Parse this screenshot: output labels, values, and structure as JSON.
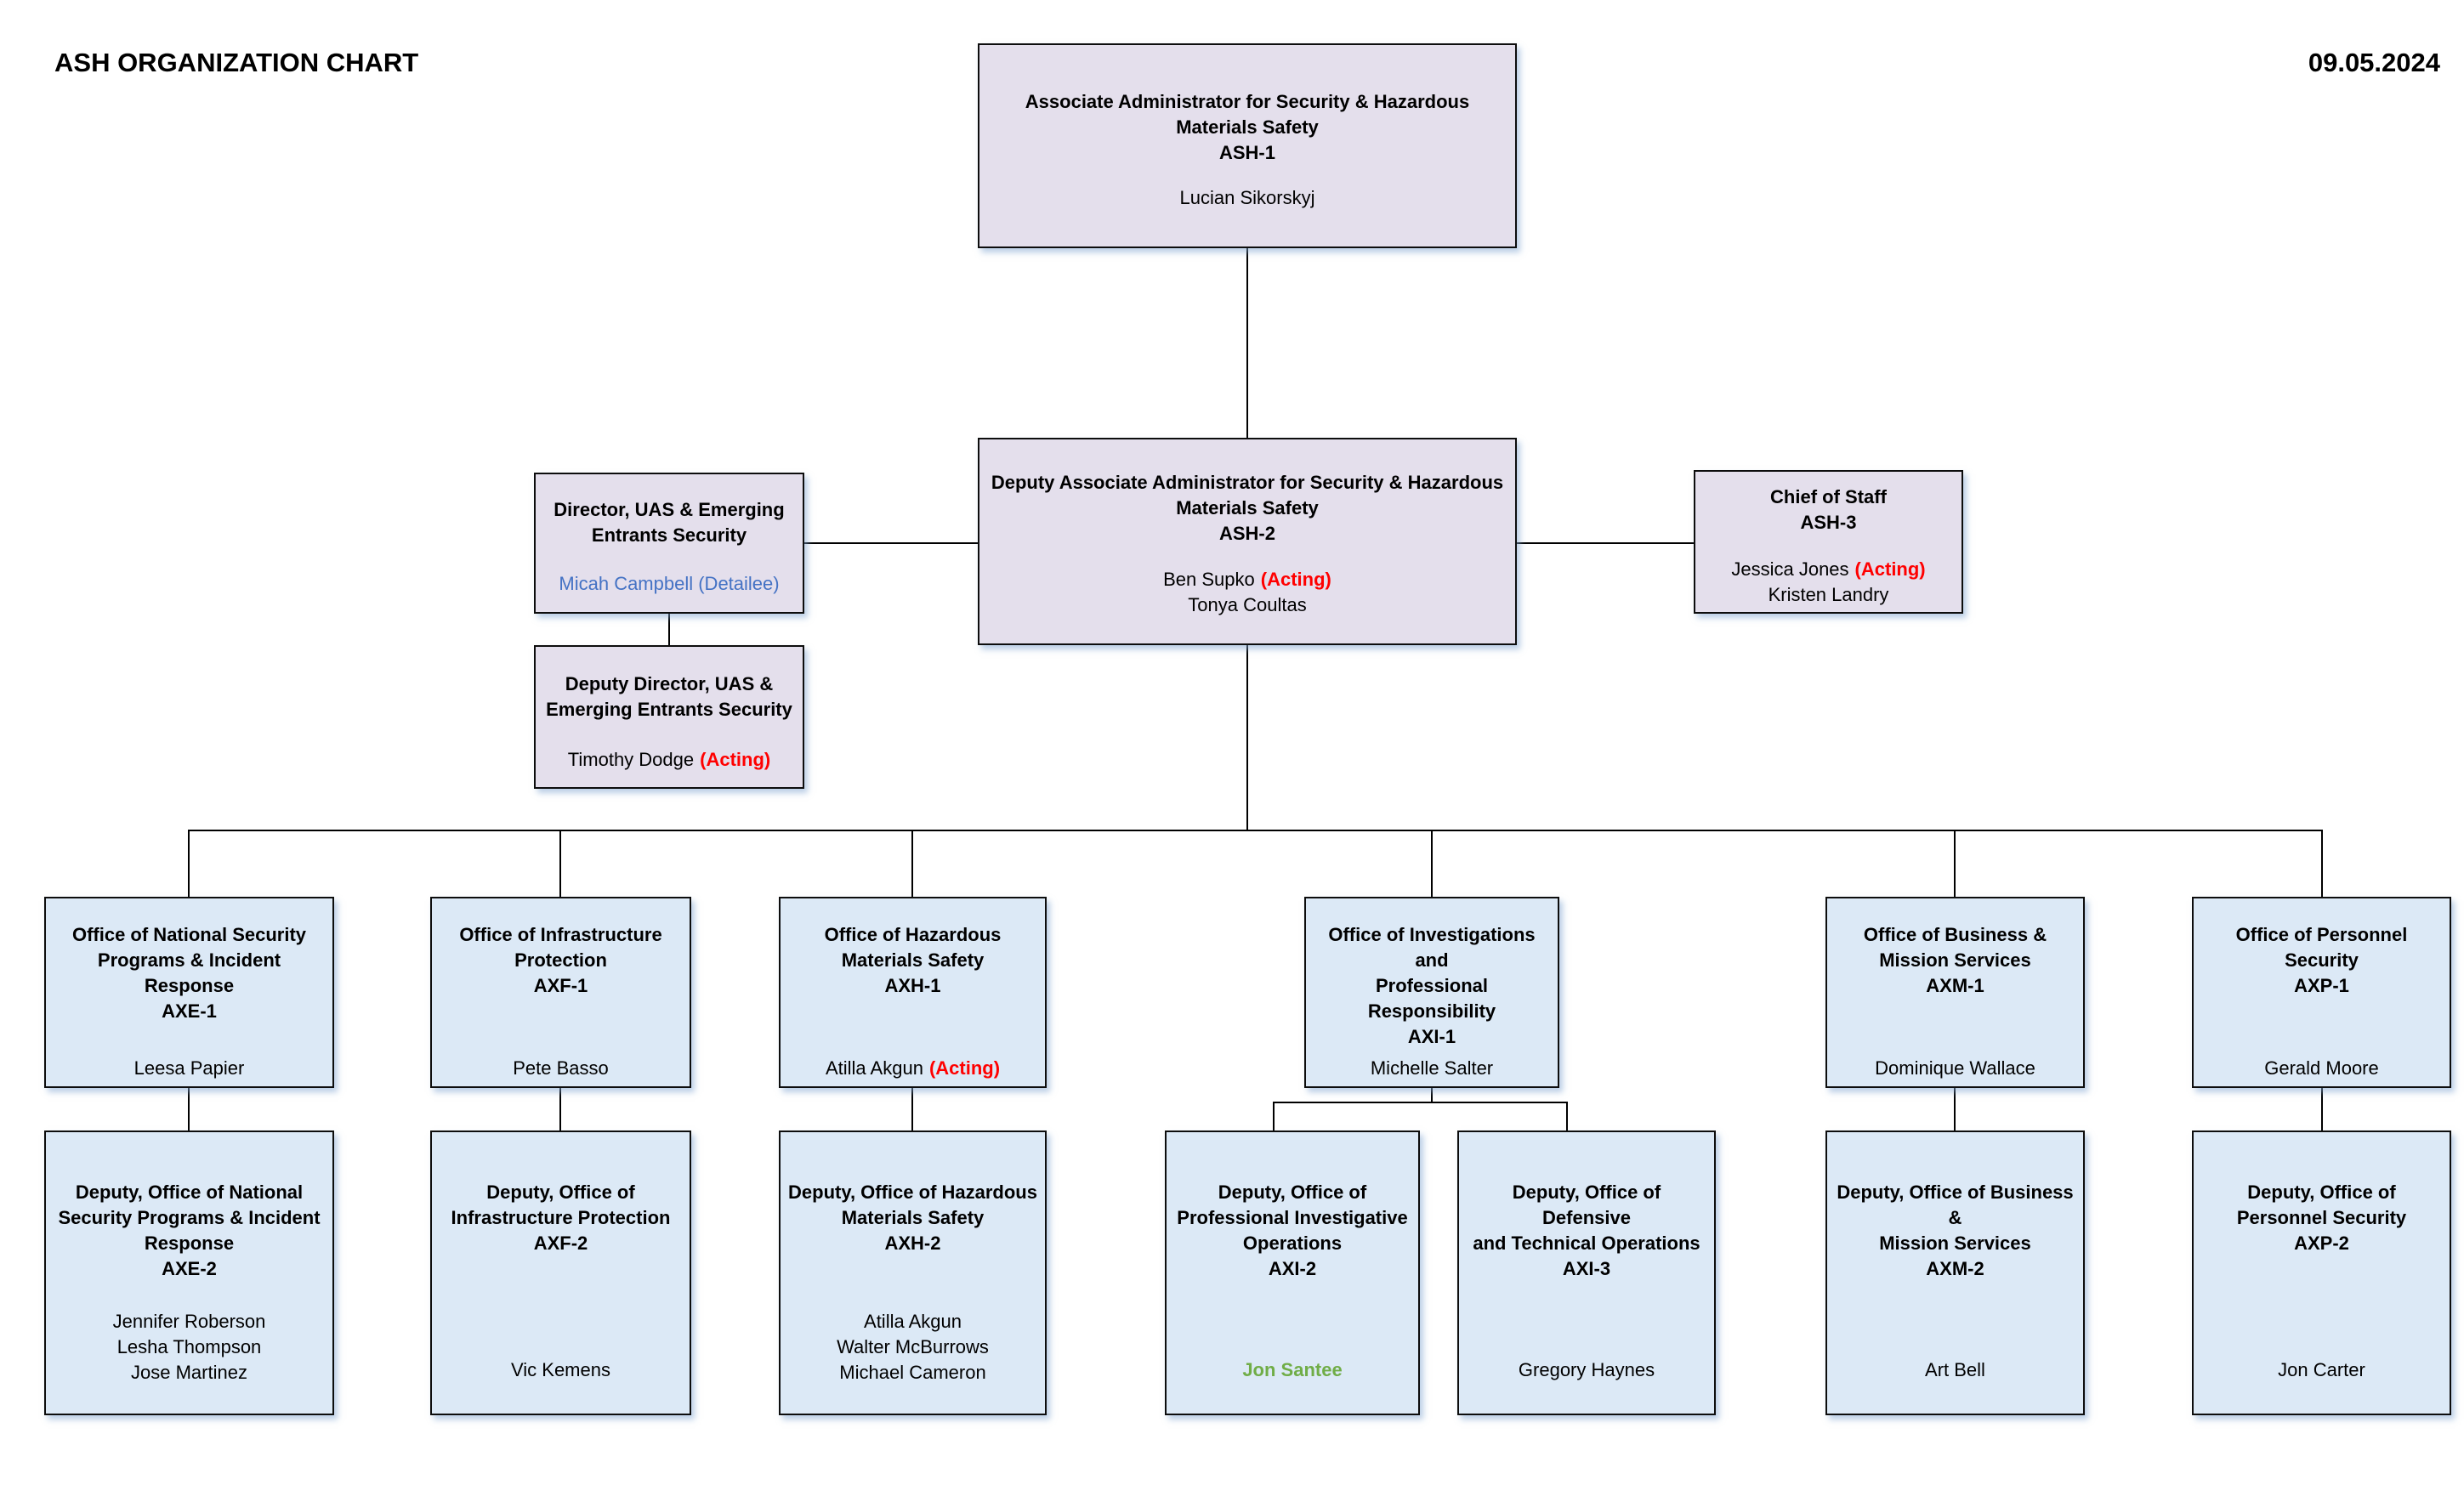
{
  "header": {
    "title": "ASH ORGANIZATION CHART",
    "date": "09.05.2024"
  },
  "colors": {
    "executive_fill": "#E4DFEC",
    "office_fill": "#DCE9F6",
    "border": "#0D0D0D",
    "acting_red": "#FF0000",
    "detailee_blue": "#4472C4",
    "highlight_green": "#70AD47"
  },
  "nodes": {
    "ash1": {
      "title": "Associate Administrator for Security & Hazardous\nMaterials Safety\nASH-1",
      "people": [
        {
          "name": "Lucian Sikorskyj"
        }
      ]
    },
    "dir": {
      "title": "Director,  UAS & Emerging\nEntrants Security",
      "people": [
        {
          "name": "Micah Campbell (Detailee)"
        }
      ]
    },
    "ash2": {
      "title": "Deputy Associate Administrator for Security & Hazardous\nMaterials Safety\nASH-2",
      "people": [
        {
          "name": "Ben Supko",
          "suffix": "(Acting)"
        },
        {
          "name": "Tonya Coultas"
        }
      ]
    },
    "cos": {
      "title": "Chief of Staff\nASH-3",
      "people": [
        {
          "name": "Jessica Jones",
          "suffix": "(Acting)"
        },
        {
          "name": "Kristen Landry"
        }
      ]
    },
    "depdir": {
      "title": "Deputy Director, UAS &\nEmerging Entrants Security",
      "people": [
        {
          "name": "Timothy Dodge",
          "suffix": "(Acting)"
        }
      ]
    },
    "axe1": {
      "title": "Office of National Security\nPrograms & Incident Response\nAXE-1",
      "people": [
        {
          "name": "Leesa Papier"
        }
      ]
    },
    "axf1": {
      "title": "Office of Infrastructure\nProtection\nAXF-1",
      "people": [
        {
          "name": "Pete Basso"
        }
      ]
    },
    "axh1": {
      "title": "Office of Hazardous\nMaterials Safety\nAXH-1",
      "people": [
        {
          "name": "Atilla Akgun",
          "suffix": "(Acting)"
        }
      ]
    },
    "axi1": {
      "title": "Office of Investigations and\nProfessional Responsibility\nAXI-1",
      "people": [
        {
          "name": "Michelle Salter"
        }
      ]
    },
    "axm1": {
      "title": "Office of Business &\nMission Services\nAXM-1",
      "people": [
        {
          "name": "Dominique Wallace"
        }
      ]
    },
    "axp1": {
      "title": "Office of Personnel Security\nAXP-1",
      "people": [
        {
          "name": "Gerald Moore"
        }
      ]
    },
    "axe2": {
      "title": "Deputy, Office of National\nSecurity Programs & Incident\nResponse\nAXE-2",
      "people": [
        {
          "name": "Jennifer Roberson"
        },
        {
          "name": "Lesha Thompson"
        },
        {
          "name": "Jose Martinez"
        }
      ]
    },
    "axf2": {
      "title": "Deputy, Office of\nInfrastructure Protection\nAXF-2",
      "people": [
        {
          "name": "Vic Kemens"
        }
      ]
    },
    "axh2": {
      "title": "Deputy, Office of Hazardous\nMaterials Safety\nAXH-2",
      "people": [
        {
          "name": "Atilla Akgun"
        },
        {
          "name": "Walter McBurrows"
        },
        {
          "name": "Michael Cameron"
        }
      ]
    },
    "axi2": {
      "title": "Deputy, Office of\nProfessional Investigative\nOperations\nAXI-2",
      "people": [
        {
          "name": "Jon Santee"
        }
      ]
    },
    "axi3": {
      "title": "Deputy, Office of Defensive\nand Technical Operations\nAXI-3",
      "people": [
        {
          "name": "Gregory Haynes"
        }
      ]
    },
    "axm2": {
      "title": "Deputy, Office of Business &\nMission Services\nAXM-2",
      "people": [
        {
          "name": "Art Bell"
        }
      ]
    },
    "axp2": {
      "title": "Deputy, Office of\nPersonnel Security\nAXP-2",
      "people": [
        {
          "name": "Jon Carter"
        }
      ]
    }
  }
}
